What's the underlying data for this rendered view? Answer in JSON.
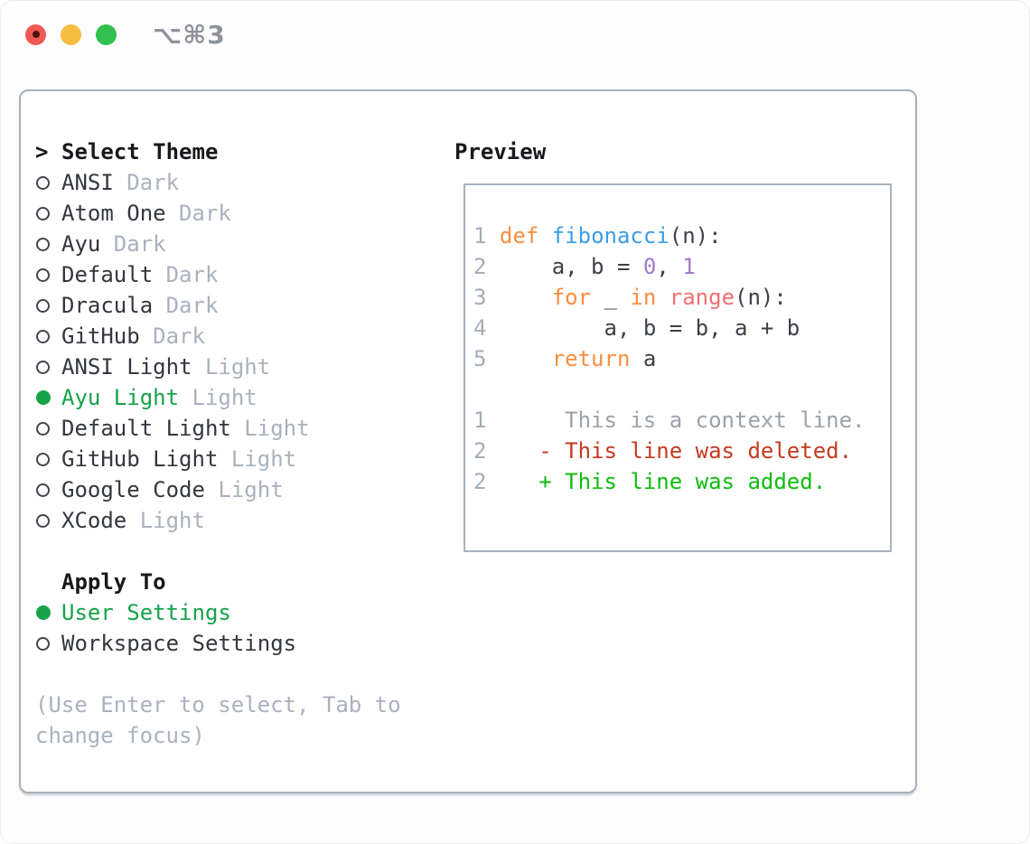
{
  "window": {
    "title_shortcut": "⌥⌘3"
  },
  "theme_list": {
    "prompt": ">",
    "header": "Select Theme",
    "items": [
      {
        "name": "ANSI",
        "variant": "Dark",
        "selected": false
      },
      {
        "name": "Atom One",
        "variant": "Dark",
        "selected": false
      },
      {
        "name": "Ayu",
        "variant": "Dark",
        "selected": false
      },
      {
        "name": "Default",
        "variant": "Dark",
        "selected": false
      },
      {
        "name": "Dracula",
        "variant": "Dark",
        "selected": false
      },
      {
        "name": "GitHub",
        "variant": "Dark",
        "selected": false
      },
      {
        "name": "ANSI Light",
        "variant": "Light",
        "selected": false
      },
      {
        "name": "Ayu Light",
        "variant": "Light",
        "selected": true
      },
      {
        "name": "Default Light",
        "variant": "Light",
        "selected": false
      },
      {
        "name": "GitHub Light",
        "variant": "Light",
        "selected": false
      },
      {
        "name": "Google Code",
        "variant": "Light",
        "selected": false
      },
      {
        "name": "XCode",
        "variant": "Light",
        "selected": false
      }
    ]
  },
  "apply_to": {
    "header": "Apply To",
    "options": [
      {
        "label": "User Settings",
        "selected": true
      },
      {
        "label": "Workspace Settings",
        "selected": false
      }
    ]
  },
  "help_lines": [
    "(Use Enter to select, Tab to",
    "change focus)"
  ],
  "preview": {
    "header": "Preview",
    "lines": [
      {
        "num": "1",
        "tokens": [
          {
            "t": "def",
            "c": "keyword"
          },
          {
            "t": " ",
            "c": "plain"
          },
          {
            "t": "fibonacci",
            "c": "function"
          },
          {
            "t": "(n):",
            "c": "plain"
          }
        ]
      },
      {
        "num": "2",
        "tokens": [
          {
            "t": "    a, b = ",
            "c": "plain"
          },
          {
            "t": "0",
            "c": "number"
          },
          {
            "t": ", ",
            "c": "plain"
          },
          {
            "t": "1",
            "c": "number"
          }
        ]
      },
      {
        "num": "3",
        "tokens": [
          {
            "t": "    ",
            "c": "plain"
          },
          {
            "t": "for",
            "c": "keyword"
          },
          {
            "t": " _ ",
            "c": "plain"
          },
          {
            "t": "in",
            "c": "keyword"
          },
          {
            "t": " ",
            "c": "plain"
          },
          {
            "t": "range",
            "c": "builtin"
          },
          {
            "t": "(n):",
            "c": "plain"
          }
        ]
      },
      {
        "num": "4",
        "tokens": [
          {
            "t": "        a, b = b, a + b",
            "c": "plain"
          }
        ]
      },
      {
        "num": "5",
        "tokens": [
          {
            "t": "    ",
            "c": "plain"
          },
          {
            "t": "return",
            "c": "keyword"
          },
          {
            "t": " a",
            "c": "plain"
          }
        ]
      },
      {
        "blank": true
      },
      {
        "num": "1",
        "tokens": [
          {
            "t": "     This is a context line.",
            "c": "context"
          }
        ]
      },
      {
        "num": "2",
        "tokens": [
          {
            "t": "   - This line was deleted.",
            "c": "deleted"
          }
        ]
      },
      {
        "num": "2",
        "tokens": [
          {
            "t": "   + This line was added.",
            "c": "added"
          }
        ]
      }
    ]
  },
  "colors": {
    "accent_green": "#16a34a",
    "text_dark": "#33373e",
    "text_muted": "#a9b2be",
    "header_black": "#17191d",
    "border_gray": "#a9b1be",
    "lineno_gray": "#a4adb8",
    "keyword_orange": "#fa8d3e",
    "function_blue": "#399ee6",
    "number_purple": "#a37acc",
    "builtin_coral": "#f07171",
    "code_plain": "#3d4249",
    "diff_context": "#9aa2ac",
    "diff_deleted": "#c43b20",
    "diff_added": "#0fbc0f",
    "light_red": "#ee5a52",
    "light_red_dot": "#4c120e",
    "light_yellow": "#f6bd40",
    "light_green": "#31c14e"
  }
}
